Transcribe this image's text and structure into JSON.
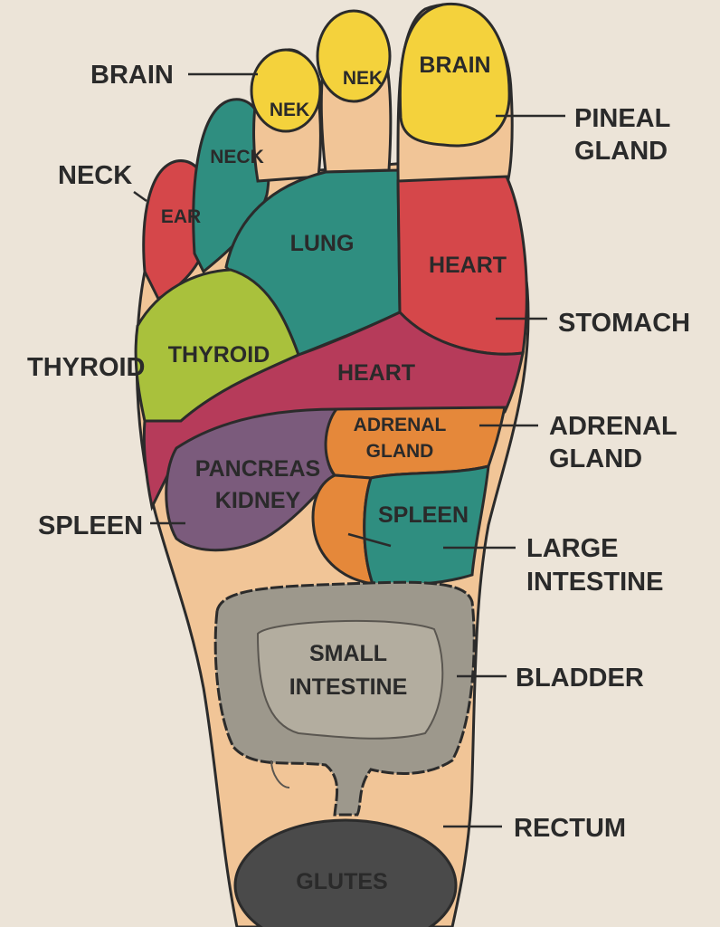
{
  "colors": {
    "background": "#ece4d8",
    "skin": "#f1c597",
    "yellow": "#f4d23c",
    "teal": "#2f8e80",
    "red": "#d5474a",
    "lime": "#a9c13c",
    "crimson": "#b63b5a",
    "purple": "#7b5b7c",
    "orange": "#e5883a",
    "gray": "#9d988c",
    "dark": "#4a4a4a"
  },
  "outer_labels": {
    "brain": "BRAIN",
    "neck": "NECK",
    "thyroid": "THYROID",
    "spleen": "SPLEEN",
    "pineal_gland": [
      "PINEAL",
      "GLAND"
    ],
    "stomach": "STOMACH",
    "adrenal_gland": [
      "ADRENAL",
      "GLAND"
    ],
    "large_intestine": [
      "LARGE",
      "INTESTINE"
    ],
    "bladder": "BLADDER",
    "rectum": "RECTUM"
  },
  "inner_labels": {
    "big_toe": "BRAIN",
    "second_toe": "NEK",
    "third_toe": "NEK",
    "fourth_toe": "NECK",
    "fifth_toe": "EAR",
    "lung": "LUNG",
    "heart_upper": "HEART",
    "thyroid": "THYROID",
    "heart_band": "HEART",
    "adrenal_gland": [
      "ADRENAL",
      "GLAND"
    ],
    "pancreas_kidney": [
      "PANCREAS",
      "KIDNEY"
    ],
    "spleen": "SPLEEN",
    "small_intestine": [
      "SMALL",
      "INTESTINE"
    ],
    "glutes": "GLUTES"
  }
}
